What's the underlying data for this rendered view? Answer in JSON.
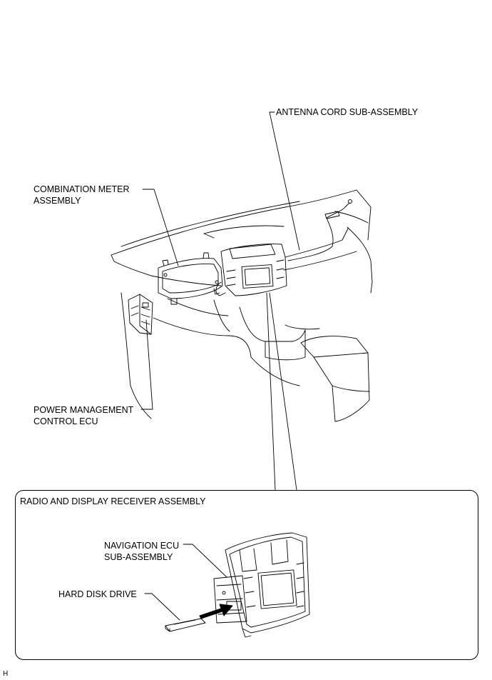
{
  "labels": {
    "antenna_cord": "ANTENNA CORD SUB-ASSEMBLY",
    "combination_meter_line1": "COMBINATION METER",
    "combination_meter_line2": "ASSEMBLY",
    "power_mgmt_line1": "POWER MANAGEMENT",
    "power_mgmt_line2": "CONTROL ECU",
    "radio_display": "RADIO AND DISPLAY RECEIVER ASSEMBLY",
    "nav_ecu_line1": "NAVIGATION ECU",
    "nav_ecu_line2": "SUB-ASSEMBLY",
    "hard_disk": "HARD DISK DRIVE"
  },
  "figure_code": "H"
}
